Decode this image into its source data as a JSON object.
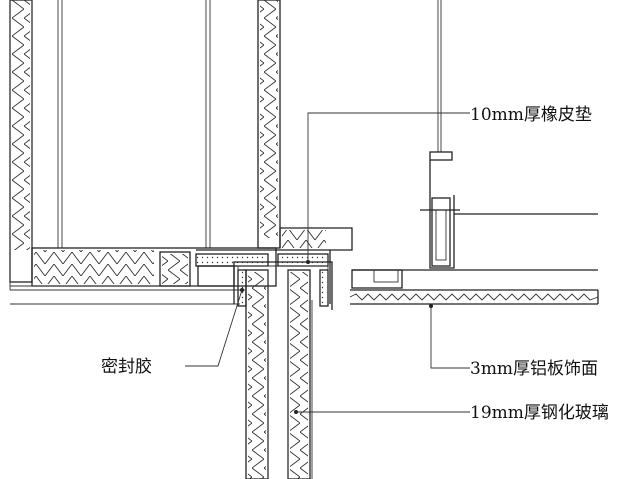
{
  "labels": {
    "rubber_pad": "10mm厚橡皮垫",
    "sealant": "密封胶",
    "aluminum_panel": "3mm厚铝板饰面",
    "glass": "19mm厚钢化玻璃"
  },
  "colors": {
    "line": "#222222",
    "background": "#ffffff"
  }
}
